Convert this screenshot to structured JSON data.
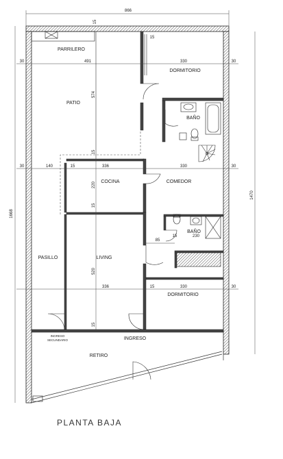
{
  "rooms": {
    "parrilero": "PARRILERO",
    "dormitorio_top": "DORMITORIO",
    "patio": "PATIO",
    "bano_top": "BAÑO",
    "cocina": "COCINA",
    "comedor": "COMEDOR",
    "bano_mid": "BAÑO",
    "pasillo": "PASILLO",
    "living": "LIVING",
    "dormitorio_bottom": "DORMITORIO",
    "ingreso": "INGRESO",
    "ingreso_sec_1": "INGRESO",
    "ingreso_sec_2": "SECUNDARIO",
    "retiro": "RETIRO"
  },
  "dimensions": {
    "total_width": "866",
    "top_wall": "15",
    "dorm_wall": "15",
    "left_30_a": "30",
    "patio_width": "491",
    "dorm_width": "330",
    "right_30_a": "30",
    "patio_depth": "574",
    "patio_wall": "15",
    "left_30_b": "30",
    "pasillo_width": "140",
    "cocina_wall": "15",
    "cocina_width": "336",
    "comedor_width": "330",
    "right_30_b": "30",
    "cocina_depth": "220",
    "cocina_wall_v": "15",
    "hall_85": "85",
    "hall_15": "15",
    "bano_230": "230",
    "living_depth": "520",
    "living_width": "336",
    "dorm2_wall": "15",
    "dorm2_width": "330",
    "right_30_c": "30",
    "front_wall": "15",
    "total_depth": "1668",
    "built_depth": "1470"
  },
  "caption": "PLANTA BAJA"
}
